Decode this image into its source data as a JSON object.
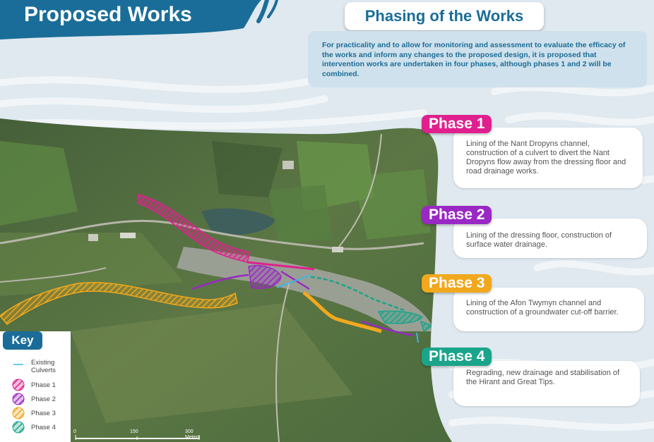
{
  "header": {
    "title": "Proposed Works"
  },
  "phasing": {
    "title": "Phasing of the Works",
    "intro": "For practicality and to allow for monitoring and assessment to evaluate the efficacy of the works and inform any changes to the proposed design, it is proposed that intervention works are undertaken in four phases, although phases 1 and 2 will be combined."
  },
  "phases": [
    {
      "label": "Phase 1",
      "color": "#e0208e",
      "description": "Lining of the Nant Dropyns channel, construction of a culvert to divert the Nant Dropyns flow away from the dressing floor and road drainage works."
    },
    {
      "label": "Phase 2",
      "color": "#9a28c4",
      "description": "Lining of the dressing floor, construction of surface water drainage."
    },
    {
      "label": "Phase 3",
      "color": "#f2a81d",
      "description": "Lining of the Afon Twymyn channel and construction of a groundwater cut-off barrier."
    },
    {
      "label": "Phase 4",
      "color": "#1aa58a",
      "description": "Regrading, new drainage and stabilisation of the Hirant and Great Tips."
    }
  ],
  "key": {
    "title": "Key",
    "items": [
      {
        "label": "Existing Culverts",
        "color": "#39b7e6",
        "icon": "line-icon"
      },
      {
        "label": "Phase 1",
        "color": "#e0208e",
        "icon": "hatched-circle-icon"
      },
      {
        "label": "Phase 2",
        "color": "#9a28c4",
        "icon": "hatched-circle-icon"
      },
      {
        "label": "Phase 3",
        "color": "#f2a81d",
        "icon": "hatched-circle-icon"
      },
      {
        "label": "Phase 4",
        "color": "#1aa58a",
        "icon": "hatched-circle-icon"
      }
    ]
  },
  "scale": {
    "ticks": [
      "0",
      "150",
      "300"
    ],
    "unit": "Meters"
  },
  "colors": {
    "brand_blue": "#1a6d98",
    "background": "#dfe9ef"
  }
}
